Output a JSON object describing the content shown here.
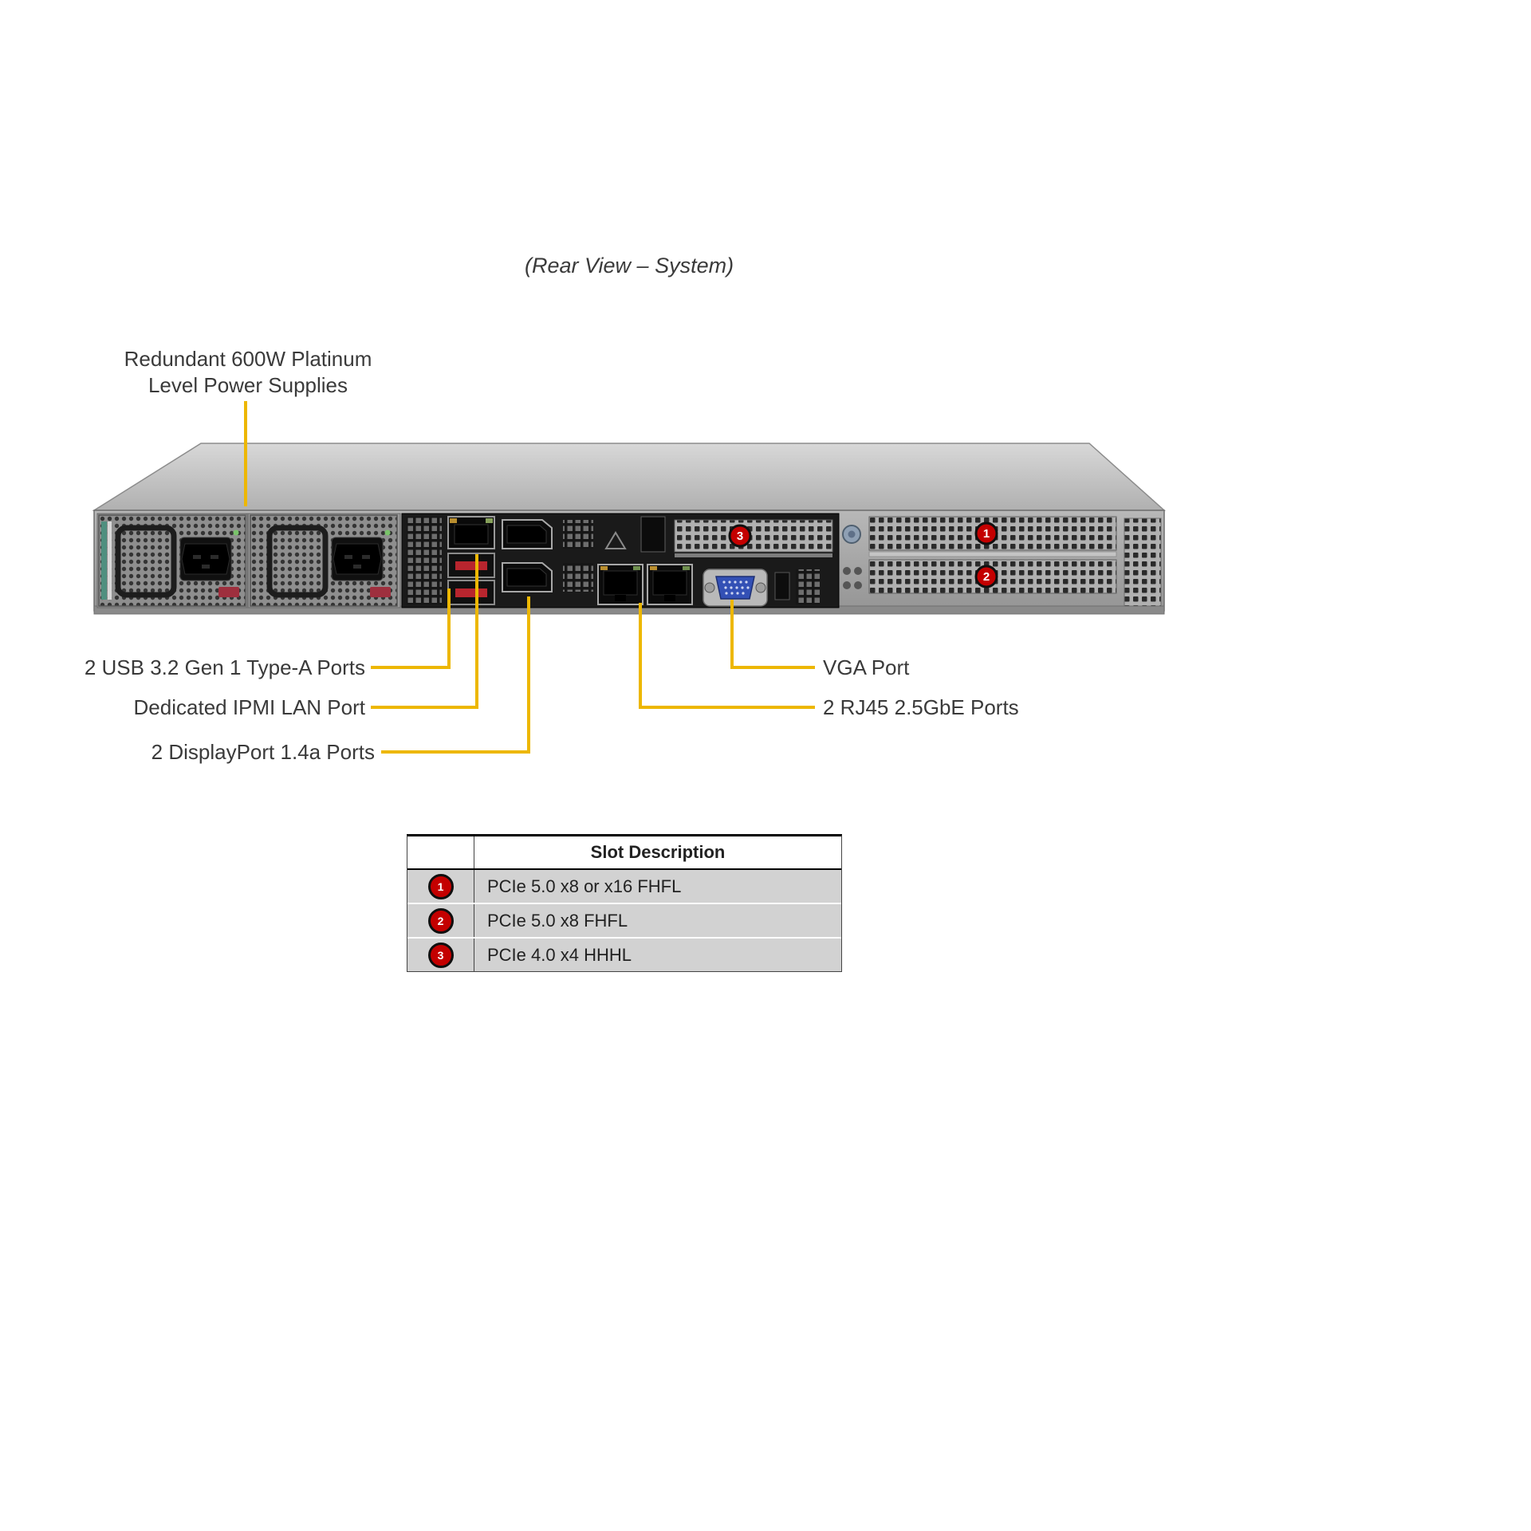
{
  "title": "(Rear View – System)",
  "psu_label": {
    "line1": "Redundant 600W Platinum",
    "line2": "Level Power Supplies"
  },
  "port_labels": {
    "usb": "2 USB 3.2 Gen 1 Type-A Ports",
    "ipmi": "Dedicated IPMI LAN Port",
    "displayport": "2 DisplayPort 1.4a Ports",
    "vga": "VGA Port",
    "rj45": "2 RJ45 2.5GbE Ports"
  },
  "callouts": {
    "slot1": "1",
    "slot2": "2",
    "slot3": "3"
  },
  "table": {
    "header": "Slot Description",
    "rows": [
      {
        "num": "1",
        "desc": "PCIe 5.0 x8 or x16 FHFL"
      },
      {
        "num": "2",
        "desc": "PCIe 5.0 x8 FHFL"
      },
      {
        "num": "3",
        "desc": "PCIe 4.0 x4 HHHL"
      }
    ]
  },
  "colors": {
    "leader_yellow": "#EDB702",
    "callout_red": "#C40000",
    "vga_blue": "#3350B5"
  }
}
